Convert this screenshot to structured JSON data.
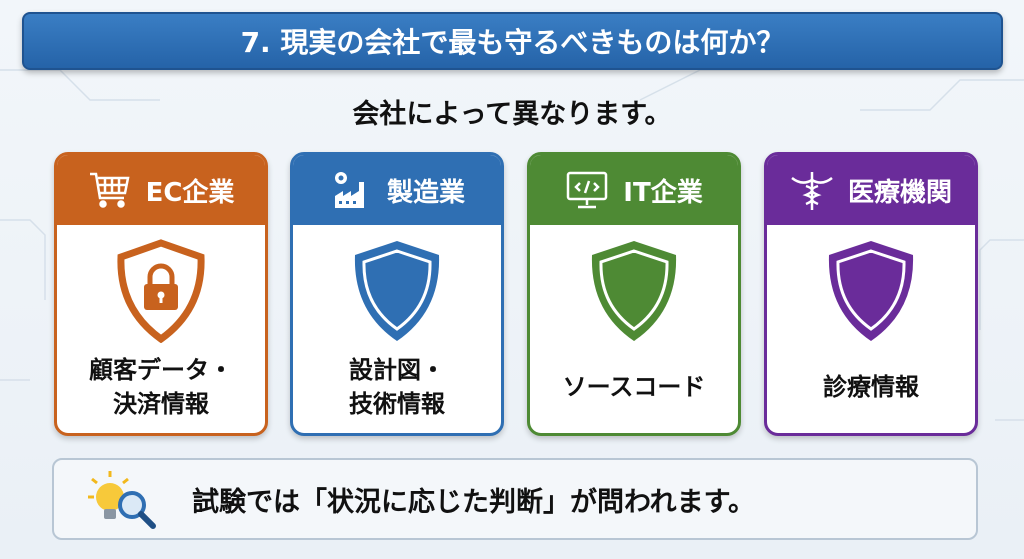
{
  "title": "7. 現実の会社で最も守るべきものは何か？",
  "subtitle": "会社によって異なります。",
  "cards": [
    {
      "label": "EC企業",
      "icon": "shopping-cart-icon",
      "asset": "顧客データ・\n決済情報",
      "color": "#c8621e"
    },
    {
      "label": "製造業",
      "icon": "factory-gear-icon",
      "asset": "設計図・\n技術情報",
      "color": "#2f6fb3"
    },
    {
      "label": "IT企業",
      "icon": "code-monitor-icon",
      "asset": "ソースコード",
      "color": "#4e8a34"
    },
    {
      "label": "医療機関",
      "icon": "caduceus-icon",
      "asset": "診療情報",
      "color": "#6a2c9a"
    }
  ],
  "footer": {
    "icon": "lightbulb-magnifier-icon",
    "text": "試験では「状況に応じた判断」が問われます。"
  }
}
